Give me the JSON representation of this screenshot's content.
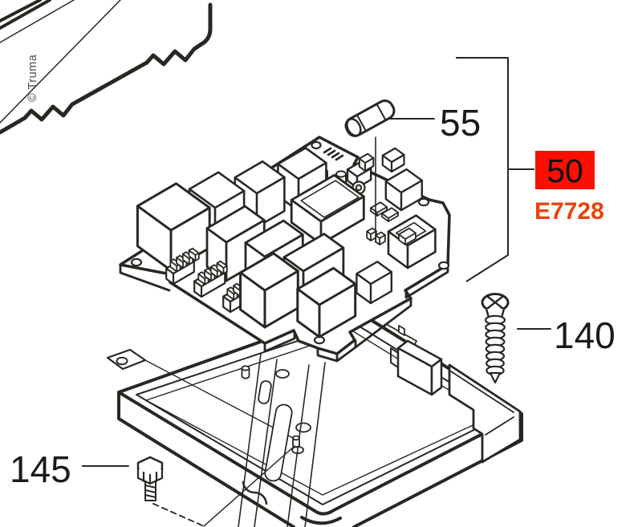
{
  "watermark": "© Truma",
  "labels": {
    "fuse_ref": "55",
    "board_ref": "50",
    "board_code": "E7728",
    "screw_ref": "140",
    "bolt_ref": "145"
  },
  "colors": {
    "background": "#ffffff",
    "line": "#2a2723",
    "label_text": "#1a1a1a",
    "highlight_bg": "#fa0f00",
    "highlight_text": "#101010",
    "code_text": "#e8430c",
    "watermark_text": "#4f4a46"
  }
}
